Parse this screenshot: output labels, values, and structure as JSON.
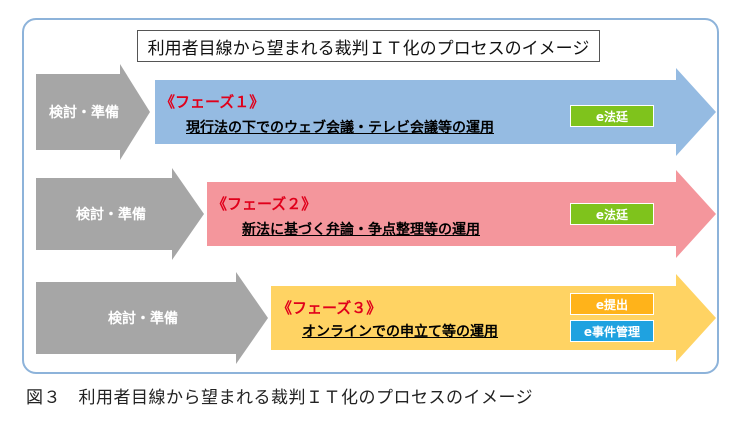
{
  "title": "利用者目線から望まれる裁判ＩＴ化のプロセスのイメージ",
  "caption": "図３　利用者目線から望まれる裁判ＩＴ化のプロセスのイメージ",
  "prep_label": "検討・準備",
  "phases": [
    {
      "label": "《フェーズ１》",
      "description": "現行法の下でのウェブ会議・テレビ会議等の運用",
      "badges": [
        {
          "text": "e法廷",
          "color": "#7fc31c"
        }
      ],
      "color": "#95bbe2"
    },
    {
      "label": "《フェーズ２》",
      "description": "新法に基づく弁論・争点整理等の運用",
      "badges": [
        {
          "text": "e法廷",
          "color": "#7fc31c"
        }
      ],
      "color": "#f4969c"
    },
    {
      "label": "《フェーズ３》",
      "description": "オンラインでの申立て等の運用",
      "badges": [
        {
          "text": "e提出",
          "color": "#ffb31a"
        },
        {
          "text": "e事件管理",
          "color": "#1fa2e0"
        }
      ],
      "color": "#ffd363"
    }
  ],
  "colors": {
    "prep_arrow": "#a6a6a6",
    "frame_border": "#8db3da",
    "phase_label": "#e0001b"
  }
}
